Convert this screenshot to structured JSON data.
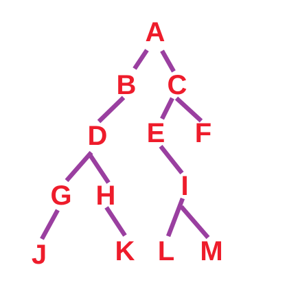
{
  "colors": {
    "node_text": "#ee1c2b",
    "edge": "#9a3fa0",
    "background": "#ffffff"
  },
  "tree": {
    "nodes": [
      {
        "id": "A",
        "label": "A"
      },
      {
        "id": "B",
        "label": "B"
      },
      {
        "id": "C",
        "label": "C"
      },
      {
        "id": "D",
        "label": "D"
      },
      {
        "id": "E",
        "label": "E"
      },
      {
        "id": "F",
        "label": "F"
      },
      {
        "id": "G",
        "label": "G"
      },
      {
        "id": "H",
        "label": "H"
      },
      {
        "id": "I",
        "label": "I"
      },
      {
        "id": "J",
        "label": "J"
      },
      {
        "id": "K",
        "label": "K"
      },
      {
        "id": "L",
        "label": "L"
      },
      {
        "id": "M",
        "label": "M"
      }
    ],
    "edges": [
      {
        "from": "A",
        "to": "B"
      },
      {
        "from": "A",
        "to": "C"
      },
      {
        "from": "B",
        "to": "D"
      },
      {
        "from": "C",
        "to": "E"
      },
      {
        "from": "C",
        "to": "F"
      },
      {
        "from": "D",
        "to": "G"
      },
      {
        "from": "D",
        "to": "H"
      },
      {
        "from": "E",
        "to": "I"
      },
      {
        "from": "G",
        "to": "J"
      },
      {
        "from": "H",
        "to": "K"
      },
      {
        "from": "I",
        "to": "L"
      },
      {
        "from": "I",
        "to": "M"
      }
    ]
  }
}
